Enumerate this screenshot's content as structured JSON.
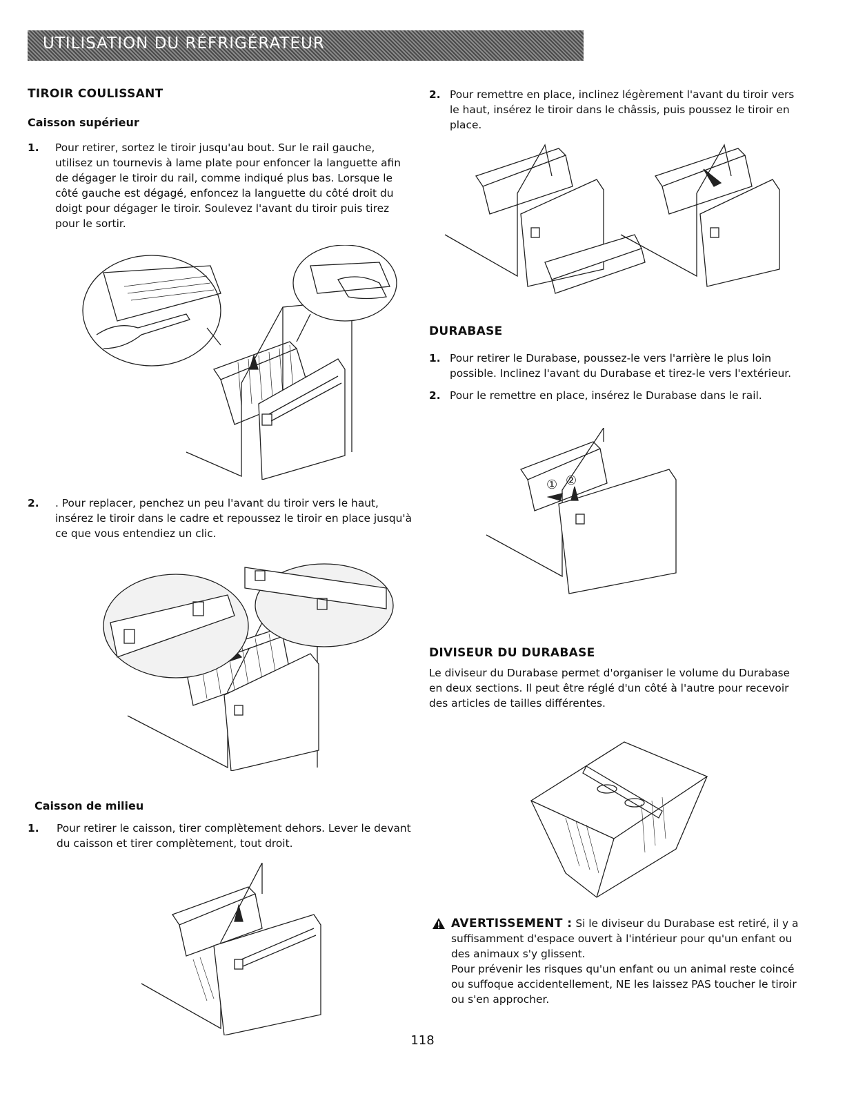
{
  "header": {
    "title": "UTILISATION DU RÉFRIGÉRATEUR"
  },
  "left": {
    "section_title": "TIROIR COULISSANT",
    "sub1": "Caisson supérieur",
    "step1_num": "1.",
    "step1_text": "Pour retirer, sortez le tiroir jusqu'au bout. Sur le rail gauche, utilisez un tournevis à lame plate pour enfoncer la languette afin de dégager le tiroir du rail, comme indiqué plus bas. Lorsque le côté gauche est dégagé, enfoncez la languette du côté droit du doigt pour dégager le tiroir. Soulevez l'avant du tiroir puis tirez pour le sortir.",
    "step2_num": "2.",
    "step2_text": ". Pour replacer, penchez un peu l'avant du tiroir vers le haut, insérez le tiroir dans le cadre et repoussez le tiroir en place jusqu'à ce que vous entendiez un clic.",
    "sub2": "Caisson de milieu",
    "step3_num": "1.",
    "step3_text": "Pour retirer le caisson, tirer complètement dehors. Lever le devant du caisson et tirer complètement, tout droit."
  },
  "right": {
    "step_top_num": "2.",
    "step_top_text": "Pour remettre en place, inclinez légèrement l'avant du tiroir vers le haut, insérez le tiroir dans le châssis, puis poussez le tiroir en place.",
    "durabase_title": "DURABASE",
    "d1_num": "1.",
    "d1_text": "Pour retirer le Durabase, poussez-le vers l'arrière le plus loin possible. Inclinez l'avant du Durabase et tirez-le vers l'extérieur.",
    "d2_num": "2.",
    "d2_text": "Pour le remettre en place, insérez le Durabase dans le rail.",
    "marker1": "①",
    "marker2": "②",
    "divider_title": "DIVISEUR DU DURABASE",
    "divider_text": "Le diviseur du Durabase permet d'organiser le volume du Durabase en deux sections. Il peut être réglé d'un côté à l'autre pour recevoir des articles de tailles différentes.",
    "warning_label": "AVERTISSEMENT :",
    "warning_text1": "Si le diviseur du Durabase est retiré, il y a suffisamment d'espace ouvert à l'intérieur pour qu'un enfant ou des animaux s'y glissent.",
    "warning_text2": "Pour prévenir les risques qu'un enfant ou un animal reste coincé ou suffoque accidentellement, NE les laissez PAS toucher le tiroir ou s'en approcher."
  },
  "footer": {
    "page_number": "118"
  }
}
